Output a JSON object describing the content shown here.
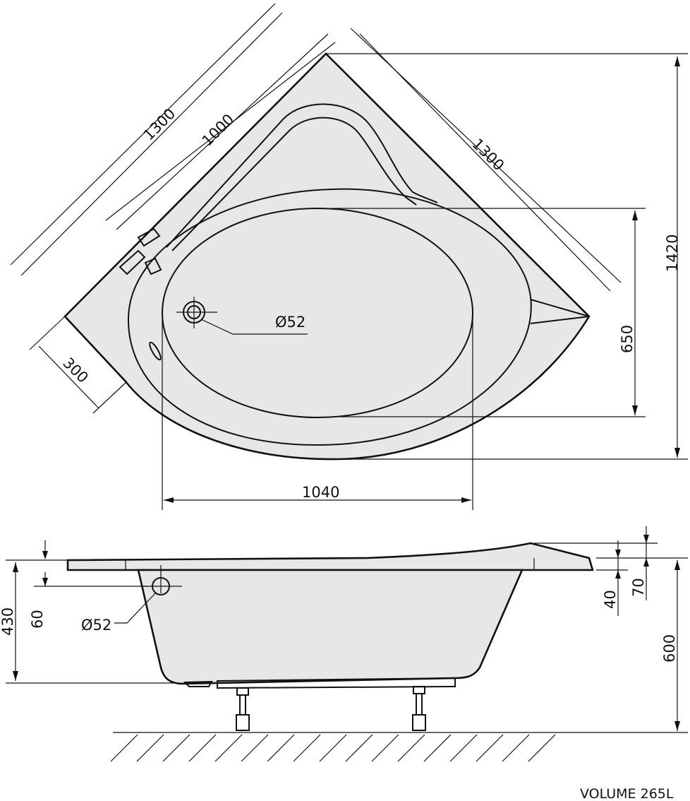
{
  "top_view": {
    "dims": {
      "side_outer": "1300",
      "side_inner": "1000",
      "side_right": "1300",
      "total_height": "1420",
      "basin_height": "650",
      "basin_width": "1040",
      "corner_offset": "300",
      "drain": "Ø52"
    }
  },
  "side_view": {
    "dims": {
      "rim_height": "430",
      "overflow_height": "60",
      "overflow": "Ø52",
      "rim_thickness": "40",
      "seat_height": "70",
      "total_height": "600"
    }
  },
  "volume_label": "VOLUME 265L",
  "colors": {
    "body_fill": "#e7e7e7",
    "line": "#111111"
  }
}
